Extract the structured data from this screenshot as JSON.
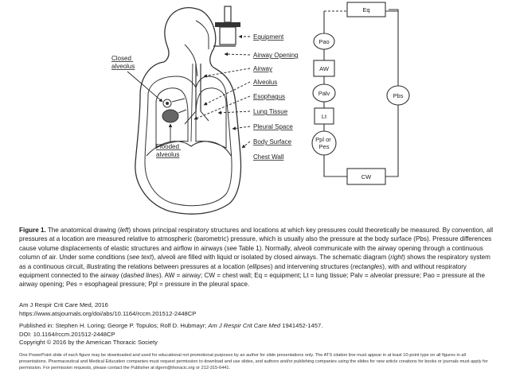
{
  "anatomy": {
    "closed_alveolus": [
      "Closed",
      "alveolus"
    ],
    "flooded_alveolus": [
      "Flooded",
      "alveolus"
    ],
    "labels": {
      "equipment": "Equipment",
      "airway_opening": "Airway Opening",
      "airway": "Airway",
      "alveolus": "Alveolus",
      "esophagus": "Esophagus",
      "lung_tissue": "Lung Tissue",
      "pleural_space": "Pleural Space",
      "body_surface": "Body Surface",
      "chest_wall": "Chest Wall"
    }
  },
  "circuit": {
    "eq": "Eq",
    "pao": "Pao",
    "aw": "AW",
    "palv": "Palv",
    "lt": "Lt",
    "ppl": [
      "Ppl or",
      "Pes"
    ],
    "pbs": "Pbs",
    "cw": "CW"
  },
  "caption": {
    "figure_label": "Figure 1.",
    "text_1": " The anatomical drawing (",
    "left": "left",
    "text_2": ") shows principal respiratory structures and locations at which key pressures could theoretically be measured. By convention, all pressures at a location are measured relative to atmospheric (barometric) pressure, which is usually also the pressure at the body surface (Pbs). Pressure differences cause volume displacements of elastic structures and airflow in airways (",
    "see_table": "see",
    "text_3": " Table 1). Normally, alveoli communicate with the airway opening through a continuous column of air. Under some conditions (",
    "see_text": "see text",
    "text_4": "), alveoli are filled with liquid or isolated by closed airways. The schematic diagram (",
    "right": "right",
    "text_5": ") shows the respiratory system as a continuous circuit, illustrating the relations between pressures at a location (",
    "ellipses": "ellipses",
    "text_6": ") and intervening structures (",
    "rectangles": "rectangles",
    "text_7": "), with and without respiratory equipment connected to the airway (",
    "dashed_lines": "dashed lines",
    "text_8": "). AW = airway; CW = chest wall; Eq = equipment; Lt = lung tissue; Palv = alveolar pressure; Pao = pressure at the airway opening; Pes = esophageal pressure; Ppl = pressure in the pleural space."
  },
  "citation": {
    "journal": "Am J Respir Crit Care Med, 2016",
    "url": "https://www.atsjournals.org/doi/abs/10.1164/rccm.201512-2448CP"
  },
  "publication": {
    "prefix": "Published in: Stephen H. Loring; George P. Topulos; Rolf D. Hubmayr; ",
    "journal_italic": "Am J Respir Crit Care Med",
    "suffix": "  1941452-1457.",
    "doi": "DOI: 10.1164/rccm.201512-2448CP",
    "copyright": "Copyright © 2016 by the American Thoracic Society"
  },
  "footnote": "One PowerPoint slide of each figure may be downloaded and used for educational not promotional purposes by an author for slide presentations only. The ATS citation line must appear in at least 10-point type on all figures in all presentations. Pharmaceutical and Medical Education companies must request permission to download and use slides, and authors and/or publishing companies using the slides for new article creations for books or journals must apply for permission. For permission requests, please contact the Publisher at dgern@thoracic.org or 212-315-6441."
}
